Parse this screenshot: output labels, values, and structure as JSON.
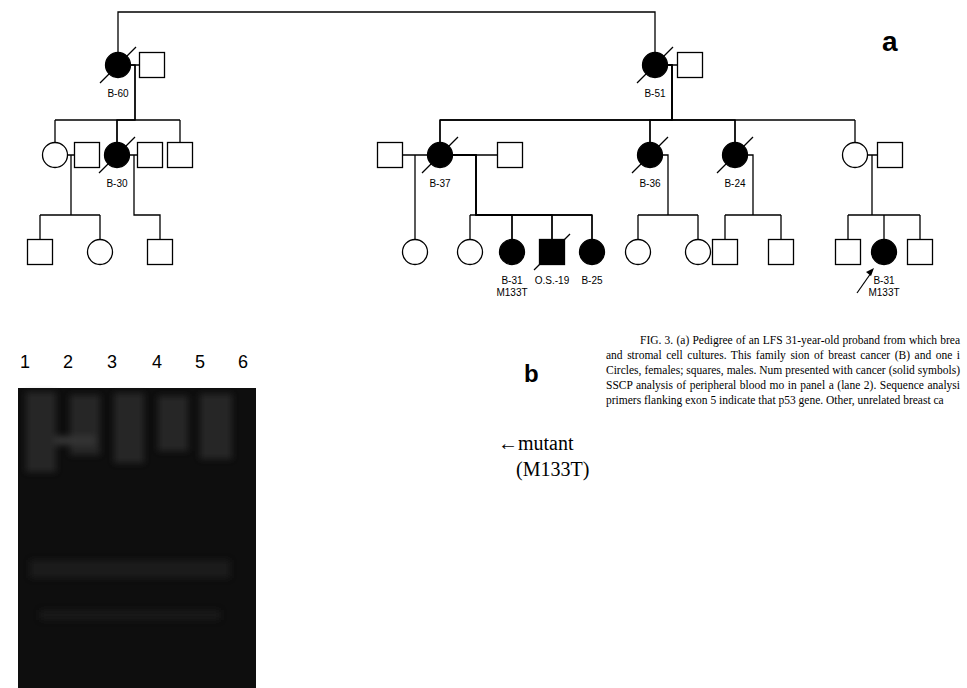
{
  "diagram": {
    "caption": "FIG. 3. (a) Pedigree of an LFS 31-year-old proband from which brea and stromal cell cultures. This family sion of breast cancer (B) and one i Circles, females; squares, males. Num presented with cancer (solid symbols) SSCP analysis of peripheral blood mo in panel a (lane 2). Sequence analysi primers flanking exon 5 indicate that p53 gene. Other, unrelated breast ca",
    "nodes": [
      {
        "text": [
          "B-60"
        ]
      },
      {
        "text": [
          "B-51"
        ]
      },
      {
        "text": [
          "B-30"
        ]
      },
      {
        "text": [
          "B-37"
        ]
      },
      {
        "text": [
          "B-36"
        ]
      },
      {
        "text": [
          "B-24"
        ]
      },
      {
        "text": [
          "B-31",
          "M133T"
        ]
      },
      {
        "text": [
          "O.S.-19"
        ]
      },
      {
        "text": [
          "B-25"
        ]
      },
      {
        "text": [
          "B-31",
          "M133T"
        ]
      }
    ],
    "edges": [
      {
        "from": 0,
        "to": 1,
        "arrow": "none"
      },
      {
        "from": 0,
        "to": 2,
        "arrow": "none"
      },
      {
        "from": 1,
        "to": 3,
        "arrow": "none"
      },
      {
        "from": 1,
        "to": 4,
        "arrow": "none"
      },
      {
        "from": 1,
        "to": 5,
        "arrow": "none"
      },
      {
        "from": 3,
        "to": 6,
        "arrow": "none"
      },
      {
        "from": 3,
        "to": 7,
        "arrow": "none"
      },
      {
        "from": 3,
        "to": 8,
        "arrow": "none"
      }
    ],
    "labels": [
      "a",
      "1",
      "2",
      "3",
      "4",
      "5",
      "6",
      "b",
      "←mutant",
      "(M133T)"
    ]
  }
}
